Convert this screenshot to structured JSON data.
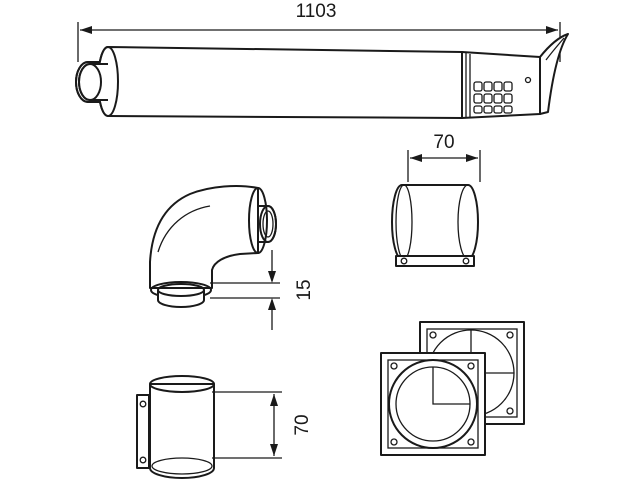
{
  "dimensions": {
    "pipe_length": "1103",
    "adapter_width": "70",
    "elbow_offset": "15",
    "sleeve_height": "70"
  },
  "colors": {
    "line": "#1a1a1a",
    "background": "#ffffff"
  }
}
